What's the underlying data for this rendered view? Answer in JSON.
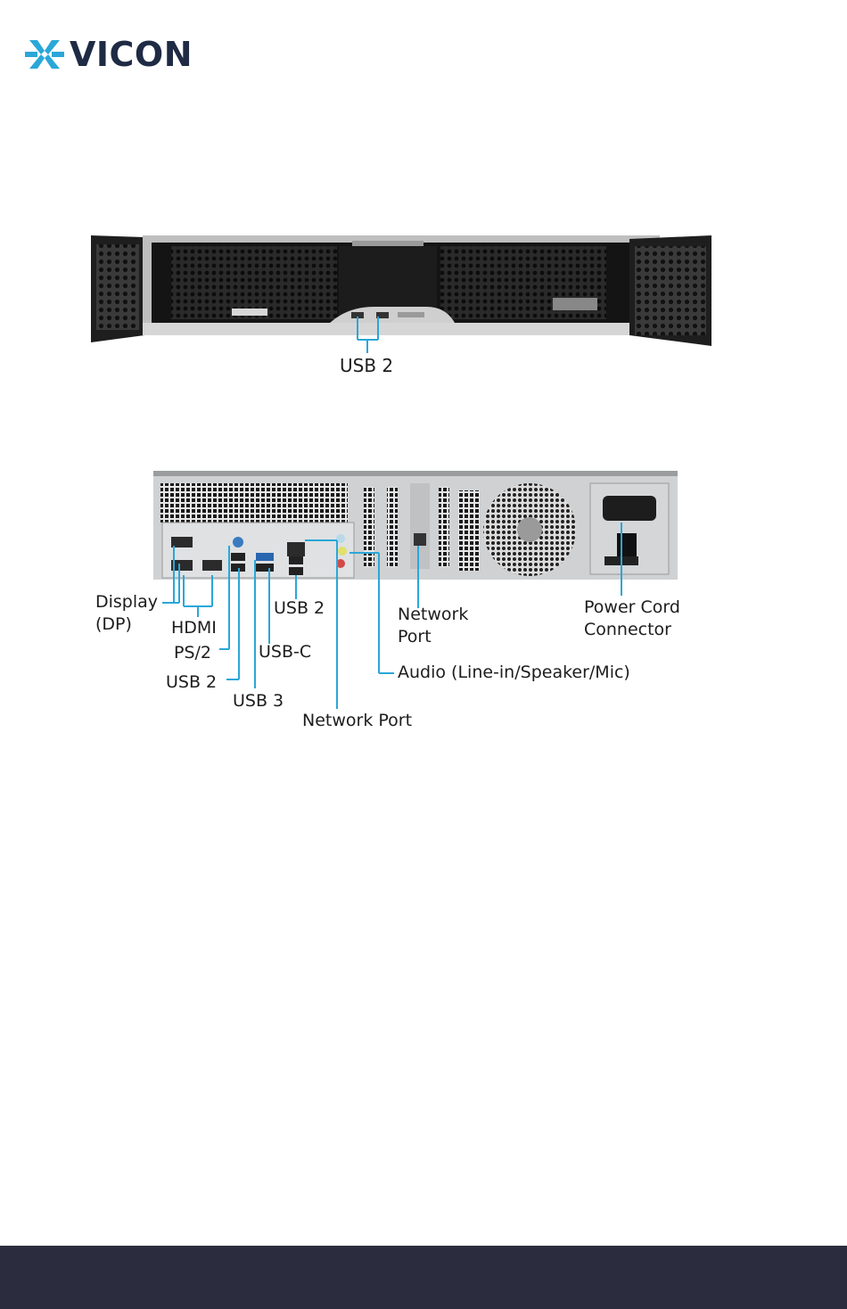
{
  "brand": {
    "name": "VICON",
    "accent": "#2aa7d8",
    "dark": "#1f2a44"
  },
  "front_panel": {
    "labels": {
      "usb2": "USB 2"
    }
  },
  "rear_panel": {
    "labels": {
      "display_line1": "Display",
      "display_line2": "(DP)",
      "hdmi": "HDMI",
      "ps2": "PS/2",
      "usb2_left": "USB 2",
      "usb3": "USB 3",
      "usb2_top": "USB 2",
      "usbc": "USB-C",
      "network_port_bottom": "Network Port",
      "network_line1": "Network",
      "network_line2": "Port",
      "audio": "Audio (Line-in/Speaker/Mic)",
      "power_line1": "Power Cord",
      "power_line2": "Connector"
    }
  },
  "footer": {
    "color": "#2b2d3e"
  }
}
